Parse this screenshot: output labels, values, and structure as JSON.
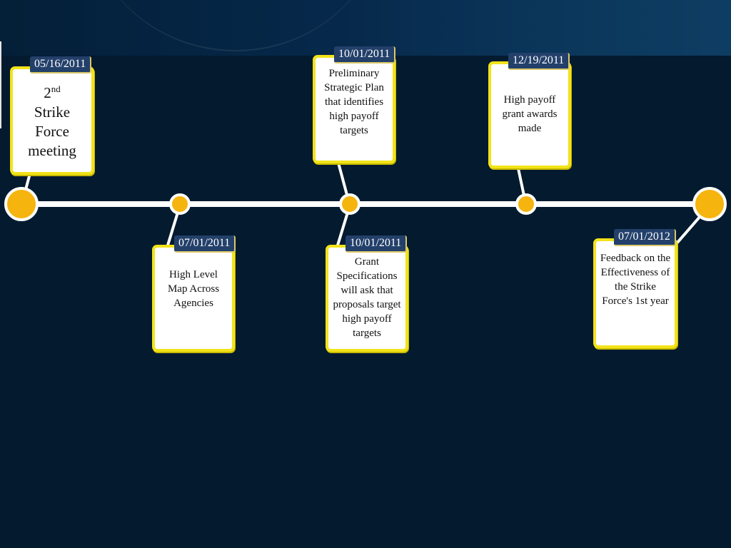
{
  "colors": {
    "background": "#031a2f",
    "node": "#f6b40e",
    "card_border": "#f2e31a",
    "date_tag": "#23406a",
    "line": "#ffffff"
  },
  "events": [
    {
      "date": "05/16/2011",
      "ordinal": "2",
      "ordinal_suffix": "nd",
      "text_lines": [
        "Strike",
        "Force",
        "meeting"
      ]
    },
    {
      "date": "07/01/2011",
      "text": "High Level Map Across Agencies"
    },
    {
      "date": "10/01/2011",
      "text": "Preliminary Strategic Plan that identifies high payoff targets"
    },
    {
      "date": "10/01/2011",
      "text": "Grant Specifications will ask that proposals target high payoff targets"
    },
    {
      "date": "12/19/2011",
      "text": "High payoff grant awards made"
    },
    {
      "date": "07/01/2012",
      "text": "Feedback on the Effectiveness of the Strike Force's 1st year"
    }
  ]
}
